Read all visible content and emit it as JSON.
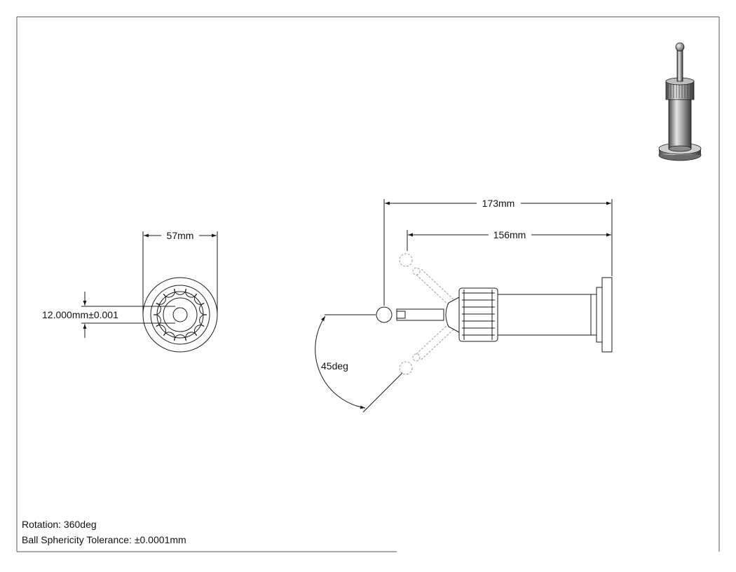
{
  "dimensions": {
    "end_view_diameter": "57mm",
    "ball_diameter": "12.000mm±0.001",
    "overall_length": "173mm",
    "body_length": "156mm",
    "swing_angle": "45deg"
  },
  "notes": {
    "rotation": "Rotation: 360deg",
    "tolerance": "Ball Sphericity Tolerance: ±0.0001mm"
  },
  "colors": {
    "line": "#1a1a1a",
    "ghost": "#9a9a9a",
    "metal_dark": "#555555",
    "metal_light": "#d8d8d8"
  }
}
